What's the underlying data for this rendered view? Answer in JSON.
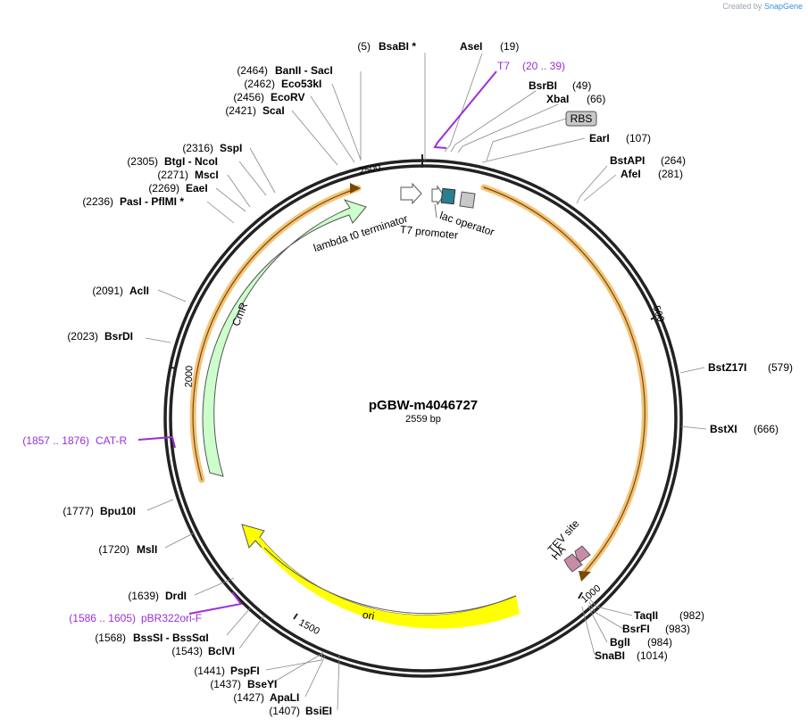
{
  "credit": {
    "prefix": "Created by",
    "brand": "SnapGene"
  },
  "plasmid": {
    "name": "pGBW-m4046727",
    "length_label": "2559 bp"
  },
  "ticks": [
    "500",
    "1000",
    "1500",
    "2000",
    "2500"
  ],
  "sites": [
    {
      "name": "BsaBI *",
      "pos": "(5)"
    },
    {
      "name": "AseI",
      "pos": "(19)"
    },
    {
      "name": "BsrBI",
      "pos": "(49)"
    },
    {
      "name": "XbaI",
      "pos": "(66)"
    },
    {
      "name": "EarI",
      "pos": "(107)"
    },
    {
      "name": "BstAPI",
      "pos": "(264)"
    },
    {
      "name": "AfeI",
      "pos": "(281)"
    },
    {
      "name": "BstZ17I",
      "pos": "(579)"
    },
    {
      "name": "BstXI",
      "pos": "(666)"
    },
    {
      "name": "TaqII",
      "pos": "(982)"
    },
    {
      "name": "BsrFI",
      "pos": "(983)"
    },
    {
      "name": "BglI",
      "pos": "(984)"
    },
    {
      "name": "SnaBI",
      "pos": "(1014)"
    },
    {
      "name": "BsiEI",
      "pos": "(1407)"
    },
    {
      "name": "ApaLI",
      "pos": "(1427)"
    },
    {
      "name": "BseYI",
      "pos": "(1437)"
    },
    {
      "name": "PspFI",
      "pos": "(1441)"
    },
    {
      "name": "BclVI",
      "pos": "(1543)"
    },
    {
      "name": "BssSI  -  BssSαI",
      "pos": "(1568)"
    },
    {
      "name": "DrdI",
      "pos": "(1639)"
    },
    {
      "name": "MslI",
      "pos": "(1720)"
    },
    {
      "name": "Bpu10I",
      "pos": "(1777)"
    },
    {
      "name": "BsrDI",
      "pos": "(2023)"
    },
    {
      "name": "AclI",
      "pos": "(2091)"
    },
    {
      "name": "PasI  -  PflMI *",
      "pos": "(2236)"
    },
    {
      "name": "EaeI",
      "pos": "(2269)"
    },
    {
      "name": "MscI",
      "pos": "(2271)"
    },
    {
      "name": "BtgI  -  NcoI",
      "pos": "(2305)"
    },
    {
      "name": "SspI",
      "pos": "(2316)"
    },
    {
      "name": "ScaI",
      "pos": "(2421)"
    },
    {
      "name": "EcoRV",
      "pos": "(2456)"
    },
    {
      "name": "Eco53kI",
      "pos": "(2462)"
    },
    {
      "name": "BanII  -  SacI",
      "pos": "(2464)"
    }
  ],
  "primers": [
    {
      "name": "T7",
      "range": "(20 .. 39)"
    },
    {
      "name": "CAT-R",
      "range": "(1857 .. 1876)"
    },
    {
      "name": "pBR322ori-F",
      "range": "(1586 .. 1605)"
    }
  ],
  "features": {
    "rbs": "RBS",
    "lambda_t0": "lambda t0 terminator",
    "t7_promoter": "T7 promoter",
    "lac_operator": "lac operator",
    "cmr": "CmR",
    "ori": "ori",
    "tev": "TEV site",
    "ha": "HA"
  },
  "colors": {
    "backbone": "#222222",
    "orf": "#f3c37a",
    "cmr_fill": "#ccffcc",
    "ori_fill": "#ffff00",
    "primer": "#9b2fd8",
    "lac_operator": "#2a7f8f",
    "rbs_box": "#c8c8c8",
    "tag": "#c98ca8"
  }
}
